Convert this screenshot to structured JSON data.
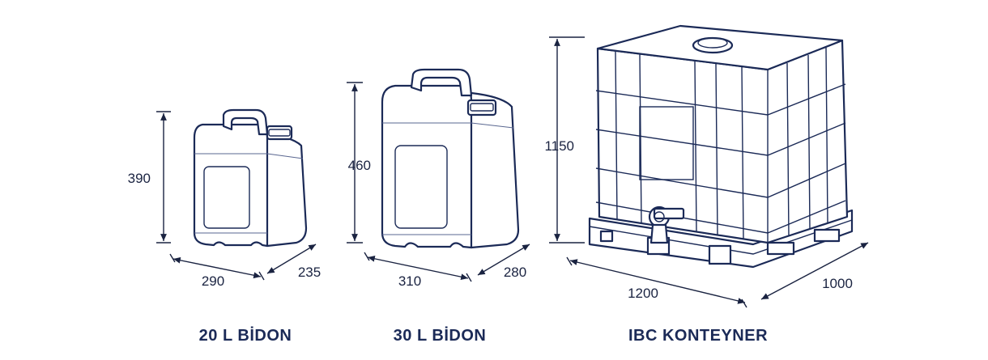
{
  "items": [
    {
      "title": "20 L BİDON",
      "height": "390",
      "width": "290",
      "depth": "235"
    },
    {
      "title": "30 L BİDON",
      "height": "460",
      "width": "310",
      "depth": "280"
    },
    {
      "title": "IBC KONTEYNER",
      "height": "1150",
      "width": "1200",
      "depth": "1000"
    }
  ],
  "colors": {
    "outline": "#1b2a57",
    "dimension_text": "#1a2341",
    "background": "#ffffff"
  }
}
